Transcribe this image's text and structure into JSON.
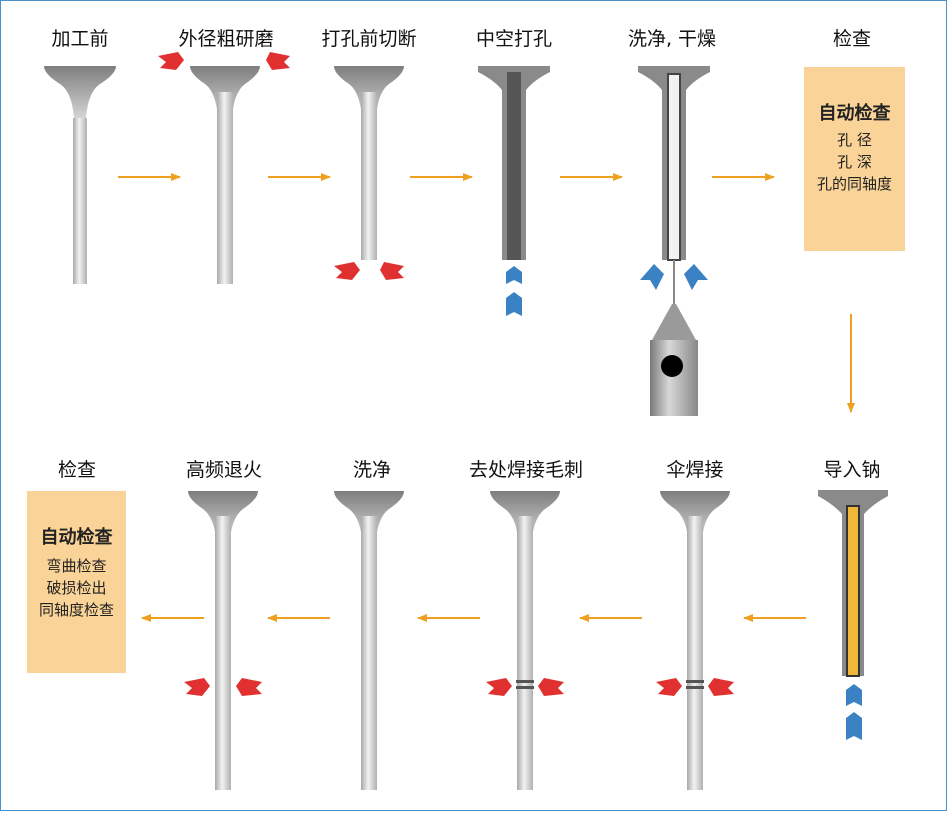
{
  "steps_top": [
    "加工前",
    "外径粗研磨",
    "打孔前切断",
    "中空打孔",
    "洗净, 干燥",
    "检查"
  ],
  "steps_bottom": [
    "导入钠",
    "伞焊接",
    "去处焊接毛刺",
    "洗净",
    "高频退火",
    "检查"
  ],
  "inspection_top": {
    "title": "自动检查",
    "items": [
      "孔  径",
      "孔  深",
      "孔的同轴度"
    ]
  },
  "inspection_bottom": {
    "title": "自动检查",
    "items": [
      "弯曲检查",
      "破损检出",
      "同轴度检查"
    ]
  },
  "colors": {
    "arrow": "#f0a020",
    "red_tool": "#e03030",
    "blue_tool": "#3b82c4",
    "box": "#f9d398",
    "border": "#4a8fc8"
  }
}
